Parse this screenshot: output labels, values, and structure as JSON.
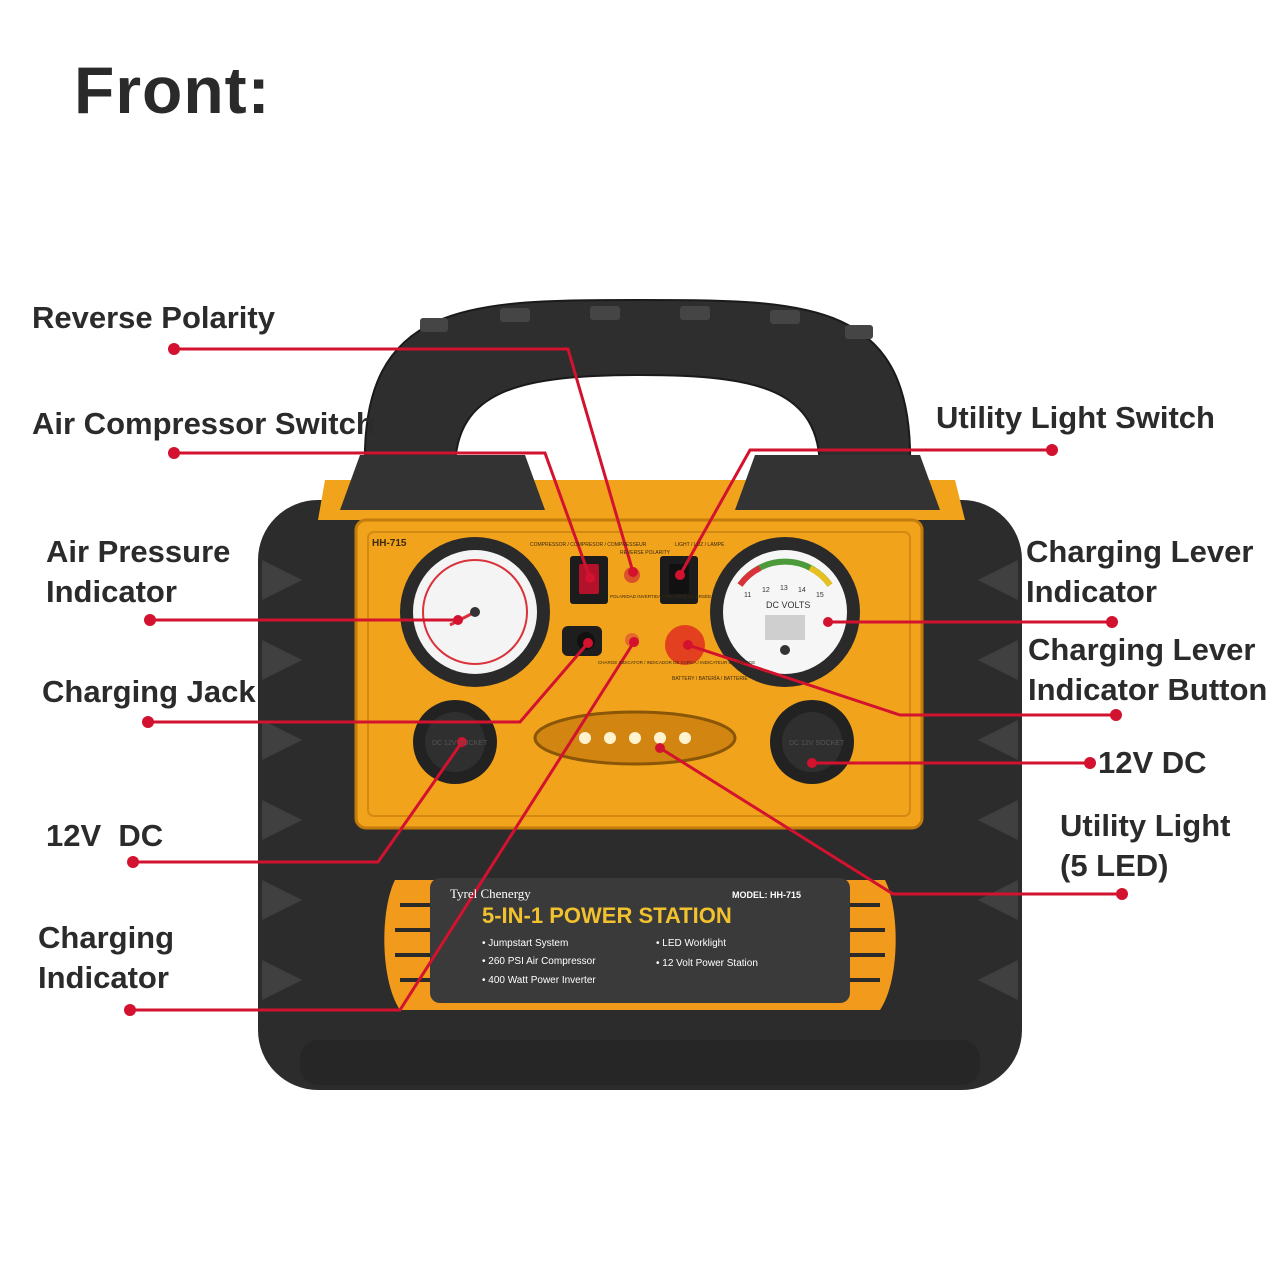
{
  "title": "Front:",
  "callouts": {
    "reverse_polarity": "Reverse Polarity",
    "air_compressor_switch": "Air Compressor Switch",
    "air_pressure_indicator": [
      "Air Pressure",
      "Indicator"
    ],
    "charging_jack": "Charging Jack",
    "dc_left": "12V  DC",
    "charging_indicator": [
      "Charging",
      "Indicator"
    ],
    "utility_light_switch": "Utility Light Switch",
    "charging_lever_indicator": [
      "Charging Lever",
      "Indicator"
    ],
    "charging_lever_indicator_button": [
      "Charging Lever",
      "Indicator Button"
    ],
    "dc_right": "12V DC",
    "utility_light": [
      "Utility Light",
      "(5 LED)"
    ]
  },
  "device": {
    "model_tag": "HH-715",
    "brand": "Tyrel Chenergy",
    "model_line": "MODEL: HH-715",
    "product_name": "5-IN-1 POWER STATION",
    "features_left": [
      "• Jumpstart System",
      "• 260 PSI Air Compressor",
      "• 400 Watt Power Inverter"
    ],
    "features_right": [
      "• LED Worklight",
      "• 12 Volt Power Station"
    ],
    "gauge_volts_label": "DC VOLTS",
    "gauge_volts_ticks": [
      "11",
      "12",
      "13",
      "14",
      "15"
    ],
    "compressor_label": "COMPRESSOR / COMPRESOR / COMPRESSEUR",
    "light_label": "LIGHT / LUZ / LAMPE",
    "polarity_label": "POLARIDAD INVERTIDA / POLARITÉ INVERSÉE",
    "reverse_label": "REVERSE POLARITY",
    "charge_indicator_label": "CHARGE INDICATOR / INDICADOR DE CARGA / INDICATEUR DE CHARGE",
    "battery_label": "BATTERY / BATERÍA / BATTERIE",
    "socket_label": "DC 12V SOCKET"
  },
  "colors": {
    "leader": "#d2122e",
    "body_black": "#2b2b2b",
    "panel_orange": "#f2a31c",
    "text": "#2b2b2b"
  }
}
